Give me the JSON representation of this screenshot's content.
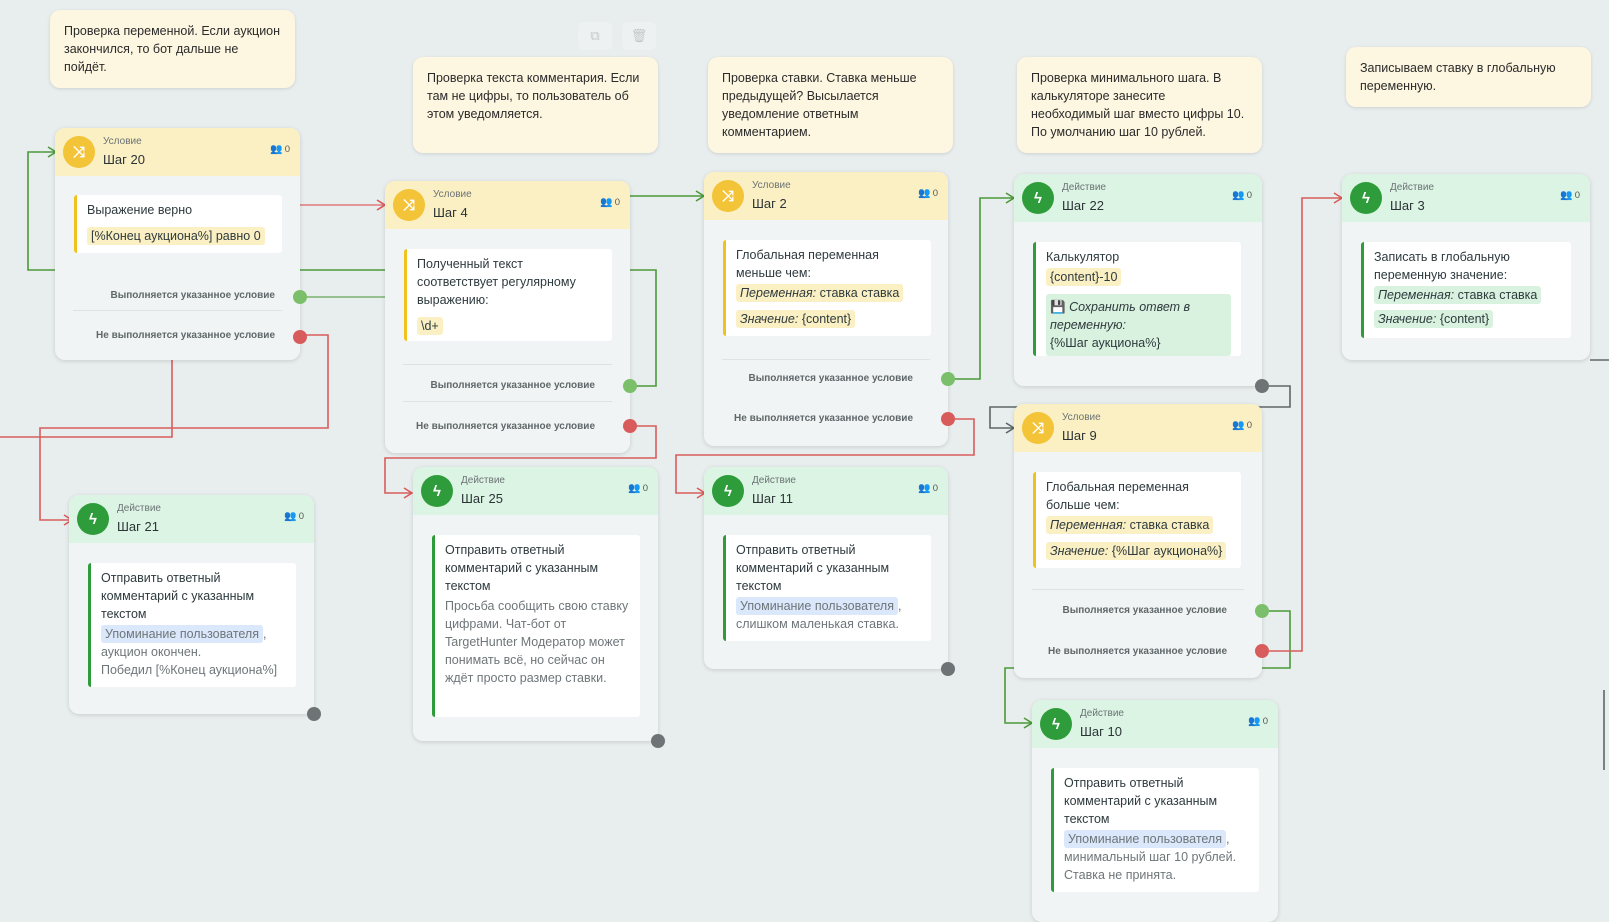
{
  "toolbar": {
    "copy_icon": "copy-icon",
    "delete_icon": "trash-icon"
  },
  "notes": [
    "Проверка переменной. Если аукцион закончился, то бот дальше не пойдёт.",
    "Проверка текста комментария. Если там не цифры, то пользователь об этом уведомляется.",
    "Проверка ставки. Ставка меньше предыдущей? Высылается уведомление ответным комментарием.",
    "Проверка минимального шага. В калькуляторе занесите необходимый шаг вместо цифры 10. По умолчанию шаг 10 рублей.",
    "Записываем ставку в глобальную переменную."
  ],
  "labels": {
    "condition": "Условие",
    "action": "Действие",
    "yes": "Выполняется указанное условие",
    "no": "Не выполняется указанное условие",
    "count": "0"
  },
  "steps": {
    "s20": {
      "title": "Шаг 20",
      "line1": "Выражение верно",
      "chip": "[%Конец аукциона%] равно 0"
    },
    "s4": {
      "title": "Шаг 4",
      "text": "Полученный текст соответствует регулярному выражению:",
      "chip": "\\d+"
    },
    "s2": {
      "title": "Шаг 2",
      "text": "Глобальная переменная меньше чем:",
      "var_label": "Переменная:",
      "var_value": "ставка ставка",
      "val_label": "Значение:",
      "val_value": "{content}"
    },
    "s22": {
      "title": "Шаг 22",
      "text": "Калькулятор",
      "chip": "{content}-10",
      "save_label": "Сохранить ответ в переменную:",
      "save_value": "{%Шаг аукциона%}"
    },
    "s3": {
      "title": "Шаг 3",
      "text": "Записать в глобальную переменную значение:",
      "var_label": "Переменная:",
      "var_value": "ставка ставка",
      "val_label": "Значение:",
      "val_value": "{content}"
    },
    "s9": {
      "title": "Шаг 9",
      "text": "Глобальная переменная больше чем:",
      "var_label": "Переменная:",
      "var_value": "ставка ставка",
      "val_label": "Значение:",
      "val_value": "{%Шаг аукциона%}"
    },
    "s21": {
      "title": "Шаг 21",
      "text": "Отправить ответный комментарий с указанным текстом",
      "mention": "Упоминание пользователя",
      "rest": ", аукцион окончен.",
      "rest2": "Победил [%Конец аукциона%]"
    },
    "s25": {
      "title": "Шаг 25",
      "text": "Отправить ответный комментарий с указанным текстом",
      "muted": "Просьба сообщить свою ставку цифрами. Чат-бот от TargetHunter Модератор может понимать всё, но сейчас он ждёт просто размер ставки."
    },
    "s11": {
      "title": "Шаг 11",
      "text": "Отправить ответный комментарий с указанным текстом",
      "mention": "Упоминание пользователя",
      "rest": ",",
      "rest2": "слишком маленькая ставка."
    },
    "s10": {
      "title": "Шаг 10",
      "text": "Отправить ответный комментарий с указанным текстом",
      "mention": "Упоминание пользователя",
      "rest": ",",
      "rest2": "минимальный шаг 10 рублей. Ставка не принята."
    }
  },
  "colors": {
    "yes_wire": "#4c9a3a",
    "no_wire": "#d95c5c",
    "neutral_wire": "#5f6668"
  }
}
